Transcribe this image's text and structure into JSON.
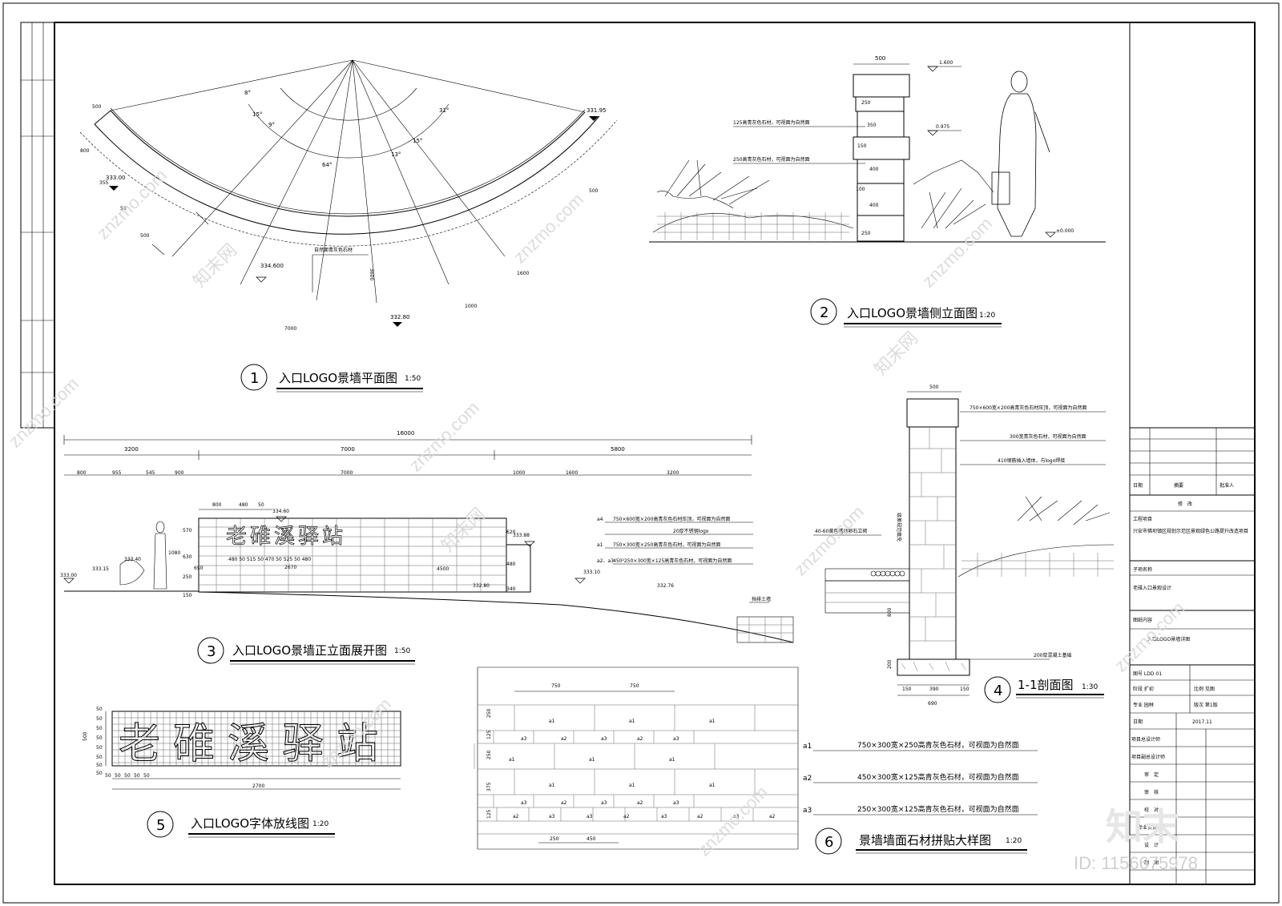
{
  "views": {
    "v1": {
      "num": "1",
      "title": "入口LOGO景墙平面图",
      "scale": "1:50"
    },
    "v2": {
      "num": "2",
      "title": "入口LOGO景墙侧立面图",
      "scale": "1:20"
    },
    "v3": {
      "num": "3",
      "title": "入口LOGO景墙正立面展开图",
      "scale": "1:50"
    },
    "v4": {
      "num": "4",
      "title": "1-1剖面图",
      "scale": "1:30"
    },
    "v5": {
      "num": "5",
      "title": "入口LOGO字体放线图",
      "scale": "1:20"
    },
    "v6": {
      "num": "6",
      "title": "景墙墙面石材拼贴大样图",
      "scale": "1:20"
    }
  },
  "plan": {
    "angles": [
      "8°",
      "15°",
      "9°",
      "13°",
      "15°",
      "31°",
      "64°"
    ],
    "elevations": [
      "333.00",
      "331.95",
      "334.600",
      "332.80"
    ],
    "dims": [
      "500",
      "800",
      "355",
      "50",
      "500",
      "500",
      "7000",
      "1000",
      "1600",
      "3600"
    ],
    "label": "自然面青灰色石材"
  },
  "side": {
    "top_dim": "500",
    "levels": [
      "1.600",
      "0.975",
      "±0.000"
    ],
    "dims": [
      "250",
      "350",
      "150",
      "400",
      "100",
      "400",
      "250"
    ],
    "notes": [
      "125高青灰色石材，可视面为自然面",
      "250高青灰色石材，可视面为自然面"
    ]
  },
  "front": {
    "total": "16000",
    "seg1": [
      "3200",
      "7000",
      "5800"
    ],
    "seg2": [
      "800",
      "955",
      "545",
      "900",
      "7000",
      "1000",
      "1600",
      "3200"
    ],
    "top_dims": [
      "800",
      "480",
      "50"
    ],
    "logo_text": "老碓溪驿站",
    "left_heights": [
      "570",
      "1080",
      "630",
      "250",
      "650",
      "150"
    ],
    "text_dims": "480 50 515 50 470 50 525 50 480",
    "text_width": "2670",
    "elevations": [
      "334.60",
      "333.40",
      "333.15",
      "333.00",
      "333.88",
      "333.10",
      "332.80",
      "332.76"
    ],
    "mid_dims": [
      "620",
      "480",
      "340",
      "4500"
    ],
    "callouts": [
      {
        "code": "a4",
        "text": "750×600宽×200高青灰色石材压顶，可视面为自然面"
      },
      {
        "code": "",
        "text": "20厚不锈钢logo"
      },
      {
        "code": "a1",
        "text": "750×300宽×250高青灰色石材，可视面为自然面"
      },
      {
        "code": "a2、a3",
        "text": "450²250×300宽×125高青灰色石材，可视面为自然面"
      },
      {
        "code": "",
        "text": "挡排土墙"
      }
    ]
  },
  "section": {
    "top_dim": "500",
    "bottom_dims": [
      "150",
      "390",
      "150"
    ],
    "bottom_total": "690",
    "left_dim": "800",
    "base_dim": "200",
    "vert_label": "级差规范填充",
    "notes": [
      "750×600宽×200高青灰色石材压顶，可视面为自然面",
      "300宽青灰色石材，可视面为自然面",
      "410钢筋插入墙体，与logo焊接",
      "40-60黄色透地卵石立砌",
      "200厚混凝土基础"
    ]
  },
  "font_layout": {
    "logo_text": "老碓溪驿站",
    "left_dims": [
      "50",
      "50",
      "50",
      "50",
      "50",
      "50",
      "50",
      "50"
    ],
    "left_total": "500",
    "bottom_dims": [
      "50",
      "50",
      "50",
      "50",
      "50"
    ],
    "width": "2700"
  },
  "pattern": {
    "top_dims": [
      "750",
      "750"
    ],
    "left_dims": [
      "250",
      "125",
      "250",
      "375",
      "125"
    ],
    "bottom_dims": [
      "250",
      "450"
    ],
    "legend": [
      {
        "code": "a1",
        "text": "750×300宽×250高青灰色石材，可视面为自然面"
      },
      {
        "code": "a2",
        "text": "450×300宽×125高青灰色石材，可视面为自然面"
      },
      {
        "code": "a3",
        "text": "250×300宽×125高青灰色石材，可视面为自然面"
      }
    ]
  },
  "title_block": {
    "rev_cols": [
      "日期",
      "摘要",
      "批准人"
    ],
    "rev_title": "修　改",
    "project_label": "工程项目",
    "project_name": "兴安市佛坝镇区规划示范区景观绿色公路提升改造项目",
    "sub_label": "子项名称",
    "sub_name": "老碓入口景观设计",
    "content_label": "图纸内容",
    "content": "入口LOGO景墙详图",
    "drawing_no": "图号 LDD 01",
    "stage": "阶段 扩初",
    "scale": "比例 见图",
    "discipline": "专业 园林",
    "version": "版次 第1版",
    "date_label": "日期",
    "date": "2017.11",
    "roles": [
      "项目总设计师",
      "项目副总设计师",
      "审　定",
      "审　核",
      "校　对",
      "专业负责",
      "设　计",
      "制　图"
    ]
  },
  "watermark": {
    "site": "znzmo.com",
    "brand": "知末网",
    "logo": "知末",
    "id": "ID: 1156675978"
  }
}
